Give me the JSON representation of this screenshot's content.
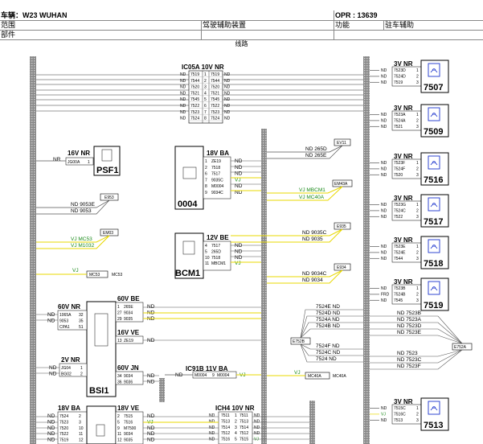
{
  "header": {
    "vehicle_label": "车辆：",
    "vehicle": "W23 WUHAN",
    "opr_label": "OPR : ",
    "opr": "13639",
    "scope_label": "范围",
    "system": "驾驶辅助装置",
    "function_label": "功能",
    "function_value": "驻车辅助",
    "part_label": "部件",
    "route_label": "线路"
  },
  "connectors": {
    "c05a": {
      "id": "IC05A",
      "spec": "10V NR",
      "rows": [
        [
          "7519",
          "1",
          "7519"
        ],
        [
          "7544",
          "2",
          "7544"
        ],
        [
          "7520",
          "3",
          "7520"
        ],
        [
          "7521",
          "4",
          "7521"
        ],
        [
          "7545",
          "5",
          "7545"
        ],
        [
          "7522",
          "6",
          "7522"
        ],
        [
          "7523",
          "7",
          "7523"
        ],
        [
          "7524",
          "8",
          "7524"
        ]
      ]
    },
    "psf1": {
      "wire": "NR",
      "spec": "16V NR",
      "pin_name": "JG00A",
      "pin": "1",
      "name": "PSF1"
    },
    "m0004": {
      "spec": "18V BA",
      "name": "0004",
      "rows": [
        [
          "1",
          "ZE19",
          "ND"
        ],
        [
          "2",
          "7518",
          "ND"
        ],
        [
          "6",
          "7517",
          "ND"
        ],
        [
          "7",
          "9035C",
          "VJ"
        ],
        [
          "8",
          "M0004",
          "ND"
        ],
        [
          "9",
          "9034C",
          "ND"
        ]
      ]
    },
    "bcm1": {
      "spec": "12V BE",
      "name": "BCM1",
      "rows": [
        [
          "4",
          "7517",
          "ND"
        ],
        [
          "5",
          "265D",
          "ND"
        ],
        [
          "10",
          "7518",
          "ND"
        ],
        [
          "11",
          "MBCM1",
          "VJ"
        ]
      ]
    },
    "bsi1": {
      "name": "BSI1",
      "c60nr": {
        "spec": "60V NR",
        "rows": [
          [
            "ND",
            "1065A",
            "32"
          ],
          [
            "ND",
            "9053",
            "35"
          ],
          [
            "",
            "CPA1",
            "51"
          ]
        ]
      },
      "c60be": {
        "spec": "60V BE",
        "rows": [
          [
            "1",
            "265E",
            "ND"
          ],
          [
            "27",
            "9034",
            "ND"
          ],
          [
            "29",
            "9035",
            "ND"
          ]
        ]
      },
      "c16ve": {
        "spec": "16V VE",
        "rows": [
          [
            "13",
            "ZE19",
            "ND"
          ]
        ]
      },
      "c2nr": {
        "spec": "2V NR",
        "rows": [
          [
            "ND",
            "JG04",
            "1"
          ],
          [
            "ND",
            "BG02",
            "2"
          ]
        ]
      },
      "c60jn": {
        "spec": "60V JN",
        "rows": [
          [
            "34",
            "9034",
            "ND"
          ],
          [
            "36",
            "9036",
            "ND"
          ]
        ]
      }
    },
    "ic91b": {
      "id": "IC91B",
      "spec": "11V BA",
      "left": "M0004",
      "pin": "9",
      "right": "M0004",
      "wire_l": "ND",
      "wire_r": "VJ"
    },
    "c18ba": {
      "spec": "18V BA",
      "rows": [
        [
          "ND",
          "7524",
          "2"
        ],
        [
          "ND",
          "7523",
          "3"
        ],
        [
          "ND",
          "7520",
          "10"
        ],
        [
          "ND",
          "7522",
          "11"
        ],
        [
          "ND",
          "7519",
          "12"
        ]
      ]
    },
    "c18ve": {
      "spec": "18V VE",
      "rows": [
        [
          "2",
          "7515",
          "ND"
        ],
        [
          "5",
          "7516",
          "VJ"
        ],
        [
          "9",
          "M7500",
          "ND"
        ],
        [
          "11",
          "9034",
          "ND"
        ],
        [
          "12",
          "9035",
          "ND"
        ]
      ]
    },
    "ich4": {
      "id": "ICH4",
      "spec": "10V NR",
      "rows": [
        [
          "7511",
          "1",
          "7511"
        ],
        [
          "7513",
          "2",
          "7513"
        ],
        [
          "7514",
          "3",
          "7514"
        ],
        [
          "7512",
          "4",
          "7512"
        ],
        [
          "7516",
          "5",
          "7515"
        ]
      ]
    },
    "sensors": [
      {
        "name": "7507",
        "spec": "3V NR",
        "rows": [
          [
            "7523D",
            "1"
          ],
          [
            "7524D",
            "2"
          ],
          [
            "7519",
            "3"
          ]
        ]
      },
      {
        "name": "7509",
        "spec": "3V NR",
        "rows": [
          [
            "7523A",
            "1"
          ],
          [
            "7524A",
            "2"
          ],
          [
            "7521",
            "3"
          ]
        ]
      },
      {
        "name": "7516",
        "spec": "3V NR",
        "rows": [
          [
            "7523F",
            "1"
          ],
          [
            "7524F",
            "2"
          ],
          [
            "7520",
            "3"
          ]
        ]
      },
      {
        "name": "7517",
        "spec": "3V NR",
        "rows": [
          [
            "7523G",
            "1"
          ],
          [
            "7524C",
            "2"
          ],
          [
            "7522",
            "3"
          ]
        ]
      },
      {
        "name": "7518",
        "spec": "3V NR",
        "rows": [
          [
            "7523E",
            "1"
          ],
          [
            "7524E",
            "2"
          ],
          [
            "7544",
            "3"
          ]
        ]
      },
      {
        "name": "7519",
        "spec": "3V NR",
        "rows": [
          [
            "7523B",
            "1"
          ],
          [
            "7524B",
            "2"
          ],
          [
            "7545",
            "3"
          ]
        ]
      },
      {
        "name": "7513",
        "spec": "3V NR",
        "rows": [
          [
            "7515C",
            "1"
          ],
          [
            "7516C",
            "2"
          ],
          [
            "7513",
            "3"
          ]
        ]
      }
    ]
  },
  "splices": {
    "ev11": "EV11",
    "em43a": "EM43A",
    "e953": "E953",
    "em03": "EM03",
    "e935": "E935",
    "e934": "E934",
    "e752b": "E752B",
    "e752a": "E752A",
    "mc53": "MC53",
    "mc40a": "MC40A"
  },
  "wires": {
    "w265": [
      "ND 265D",
      "ND 265E"
    ],
    "w_em43": [
      "VJ MBCM1",
      "VJ MC40A"
    ],
    "w_e953": [
      "ND 9053E",
      "ND 9053"
    ],
    "w_em03": [
      "VJ MC53",
      "VJ M1032"
    ],
    "w_vj": "VJ",
    "w_e935": [
      "ND 9035C",
      "ND 9035"
    ],
    "w_e934": [
      "ND 9034C",
      "ND 9034"
    ],
    "w_e752b_top": [
      "7524E ND",
      "7524D ND",
      "7524A ND",
      "7524B ND"
    ],
    "w_e752b_bot": [
      "7524F ND",
      "7524C ND",
      "7524 ND"
    ],
    "w_e752a_top": [
      "ND 7523B",
      "ND 7523A",
      "ND 7523D",
      "ND 7523E"
    ],
    "w_e752a_bot": [
      "ND 7523",
      "ND 7523C",
      "ND 7523F"
    ],
    "w_mc40": "VJ",
    "w_sensor": [
      "ND",
      "ND",
      "ND"
    ],
    "w_7519": [
      "ND",
      "FRD",
      "ND"
    ],
    "w_7513": [
      "ND",
      "VJ",
      "ND"
    ]
  },
  "colors": {
    "yellow": "#e8d800",
    "blue": "#1a33cc",
    "green": "#1a8a1a",
    "line": "#555555"
  }
}
